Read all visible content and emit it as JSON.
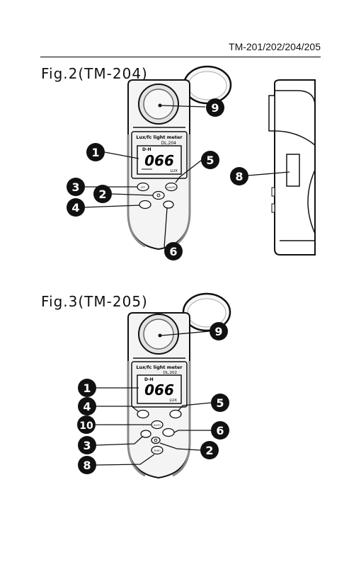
{
  "header": {
    "model_line": "TM-201/202/204/205"
  },
  "fig2": {
    "title": "Fig.2(TM-204)",
    "device_label": "Lux/fc light meter",
    "model": "DL.204",
    "mode": "D-H",
    "reading": "066",
    "unit": "LUX",
    "button_texts": {
      "lux_fc": "LUX/FC",
      "off": "OFF"
    },
    "callouts": [
      "1",
      "2",
      "3",
      "4",
      "5",
      "6",
      "8",
      "9"
    ]
  },
  "fig3": {
    "title": "Fig.3(TM-205)",
    "device_label": "Lux/fc light meter",
    "model": "DL.202",
    "mode": "D-H",
    "reading": "066",
    "unit": "LUX",
    "button_texts": {
      "auto": "AUTO",
      "zero": "ZERO"
    },
    "callouts": [
      "1",
      "4",
      "5",
      "10",
      "6",
      "3",
      "2",
      "8",
      "9"
    ]
  },
  "colors": {
    "ink": "#111111",
    "device_body": "#f4f4f4",
    "sensor": "#e9e9e9"
  }
}
